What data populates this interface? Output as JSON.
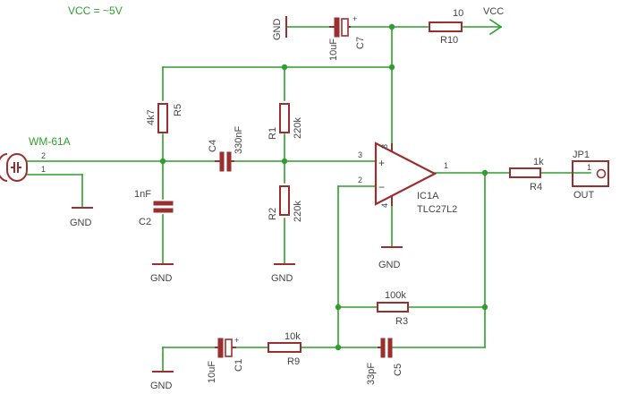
{
  "vcc_note": "VCC = ~5V",
  "vcc_label": "VCC",
  "gnd_label": "GND",
  "mic": {
    "name": "WM-61A",
    "pin1": "1",
    "pin2": "2"
  },
  "r5": {
    "name": "R5",
    "value": "4k7"
  },
  "r1": {
    "name": "R1",
    "value": "220k"
  },
  "r2": {
    "name": "R2",
    "value": "220k"
  },
  "r3": {
    "name": "R3",
    "value": "100k"
  },
  "r4": {
    "name": "R4",
    "value": "1k"
  },
  "r9": {
    "name": "R9",
    "value": "10k"
  },
  "r10": {
    "name": "R10",
    "value": "10"
  },
  "c1": {
    "name": "C1",
    "value": "10uF"
  },
  "c2": {
    "name": "C2",
    "value": "1nF"
  },
  "c4": {
    "name": "C4",
    "value": "330nF"
  },
  "c5": {
    "name": "C5",
    "value": "33pF"
  },
  "c7": {
    "name": "C7",
    "value": "10uF"
  },
  "opamp": {
    "name": "IC1A",
    "part": "TLC27L2",
    "pin_in_plus": "3",
    "pin_in_minus": "2",
    "pin_out": "1",
    "pin_vcc": "8",
    "pin_gnd": "4",
    "plus": "+",
    "minus": "−"
  },
  "jp1": {
    "name": "JP1",
    "label": "OUT",
    "pin": "1"
  },
  "polarity_mark": "+"
}
